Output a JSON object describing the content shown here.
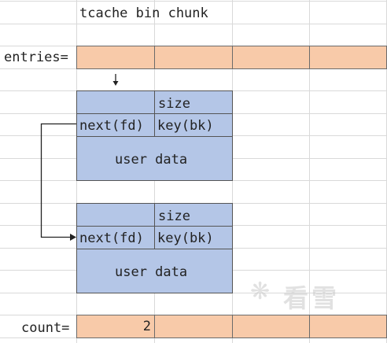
{
  "title": "tcache bin chunk",
  "entries_label": "entries=",
  "count_label": "count=",
  "count_value": "2",
  "chunks": [
    {
      "size_label": "size",
      "next_label": "next(fd)",
      "key_label": "key(bk)",
      "user_data_label": "user data"
    },
    {
      "size_label": "size",
      "next_label": "next(fd)",
      "key_label": "key(bk)",
      "user_data_label": "user data"
    }
  ],
  "watermark": "看雪",
  "colors": {
    "entry_cell": "#f8caa9",
    "chunk": "#b4c6e7",
    "grid": "#d9d9d9"
  }
}
